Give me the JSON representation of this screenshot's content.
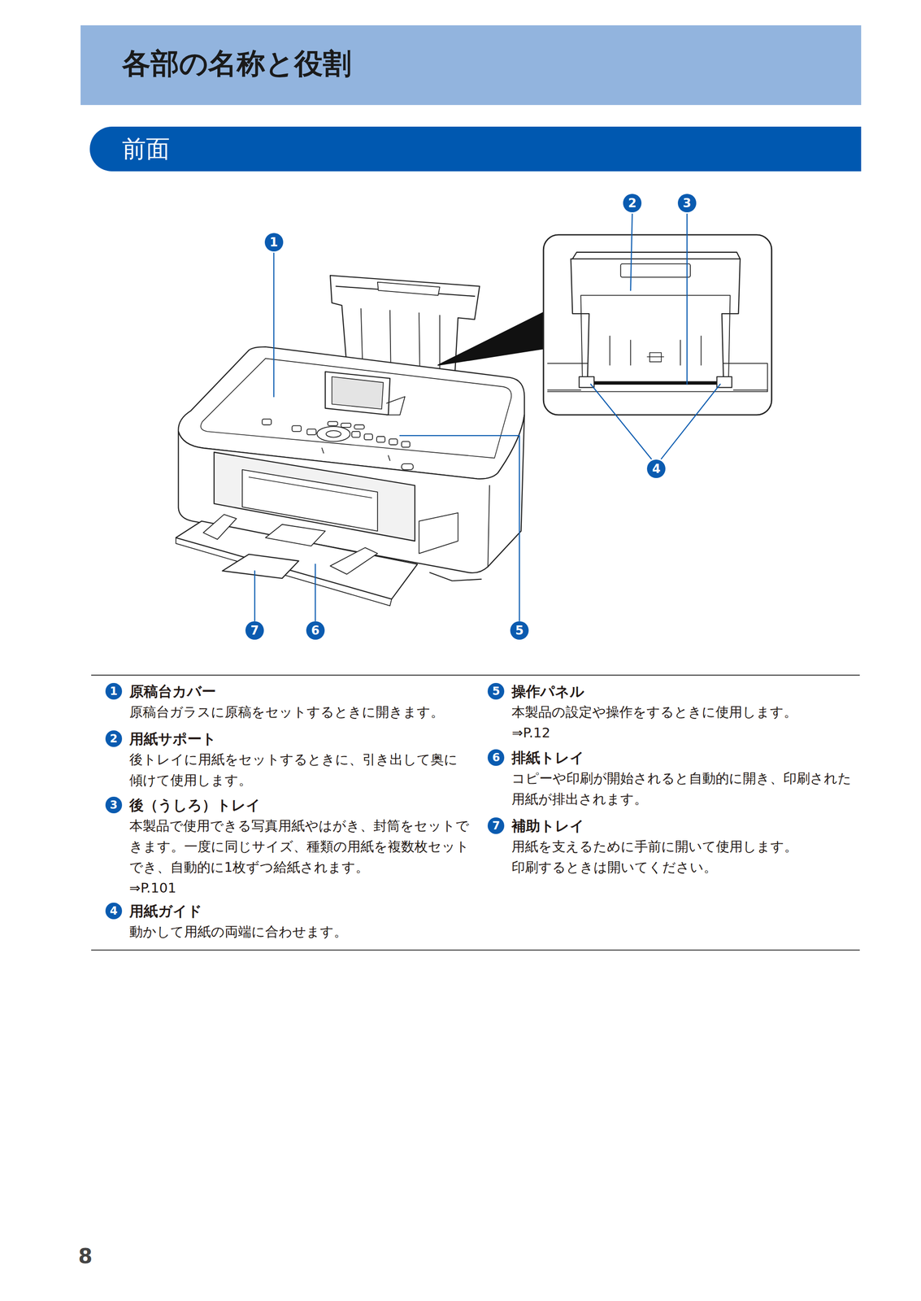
{
  "diagram": {
    "title": "各部の名称と役割",
    "nodes": [
      {
        "text": [
          "前面"
        ]
      }
    ],
    "labels": [
      "1",
      "2",
      "3",
      "4",
      "7",
      "6",
      "5",
      "1",
      "原稿台カバー",
      "原稿台ガラスに原稿をセットするときに開きます。",
      "2",
      "用紙サポート",
      "後トレイに用紙をセットするときに、引き出して奥に傾けて使用します。",
      "3",
      "後（うしろ）トレイ",
      "本製品で使用できる写真用紙やはがき、封筒をセットできます。一度に同じサイズ、種類の用紙を複数枚セットでき、自動的に1枚ずつ給紙されます。",
      "⇒P.101",
      "4",
      "用紙ガイド",
      "動かして用紙の両端に合わせます。",
      "5",
      "操作パネル",
      "本製品の設定や操作をするときに使用します。",
      "⇒P.12",
      "6",
      "排紙トレイ",
      "コピーや印刷が開始されると自動的に開き、印刷された用紙が排出されます。",
      "7",
      "補助トレイ",
      "用紙を支えるために手前に開いて使用します。",
      "印刷するときは開いてください。",
      "8"
    ]
  }
}
